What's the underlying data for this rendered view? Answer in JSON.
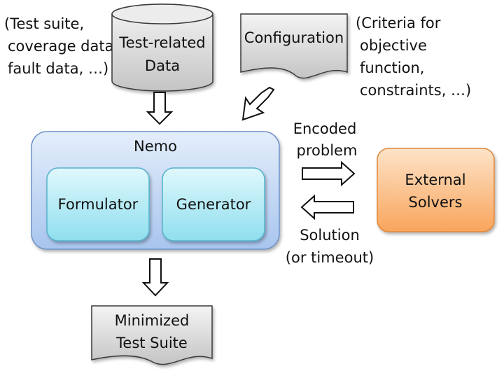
{
  "annotations": {
    "left": [
      "(Test suite,",
      "coverage data,",
      "fault data, …)"
    ],
    "right": [
      "(Criteria for",
      "objective",
      "function,",
      "constraints, …)"
    ]
  },
  "nodes": {
    "test_data": [
      "Test-related",
      "Data"
    ],
    "configuration": "Configuration",
    "nemo": "Nemo",
    "formulator": "Formulator",
    "generator": "Generator",
    "external_solvers": [
      "External",
      "Solvers"
    ],
    "minimized": [
      "Minimized",
      "Test Suite"
    ]
  },
  "edges": {
    "encoded_problem": [
      "Encoded",
      "problem"
    ],
    "solution": [
      "Solution",
      "(or timeout)"
    ]
  },
  "colors": {
    "nemo_fill": "#b9d3f3",
    "inner_fill": "#a9e9f3",
    "solvers_fill": "#fbb97a",
    "doc_fill": "#d4d4d4"
  }
}
